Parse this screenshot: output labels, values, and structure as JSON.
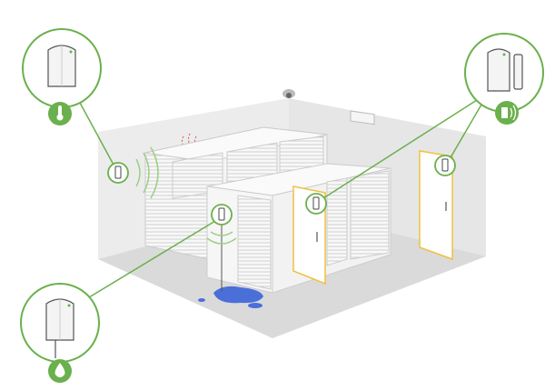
{
  "colors": {
    "accent": "#6ab04c",
    "room_wall": "#e9e9e9",
    "floor": "#dcdcdc",
    "rack": "#f7f7f7",
    "door_outline": "#f0c040",
    "water": "#4a6fd8"
  },
  "sensors": [
    {
      "type": "temperature",
      "icon": "thermometer-icon"
    },
    {
      "type": "door-contact",
      "icon": "door-sensor-icon"
    },
    {
      "type": "water-leak",
      "icon": "water-drop-icon"
    }
  ]
}
